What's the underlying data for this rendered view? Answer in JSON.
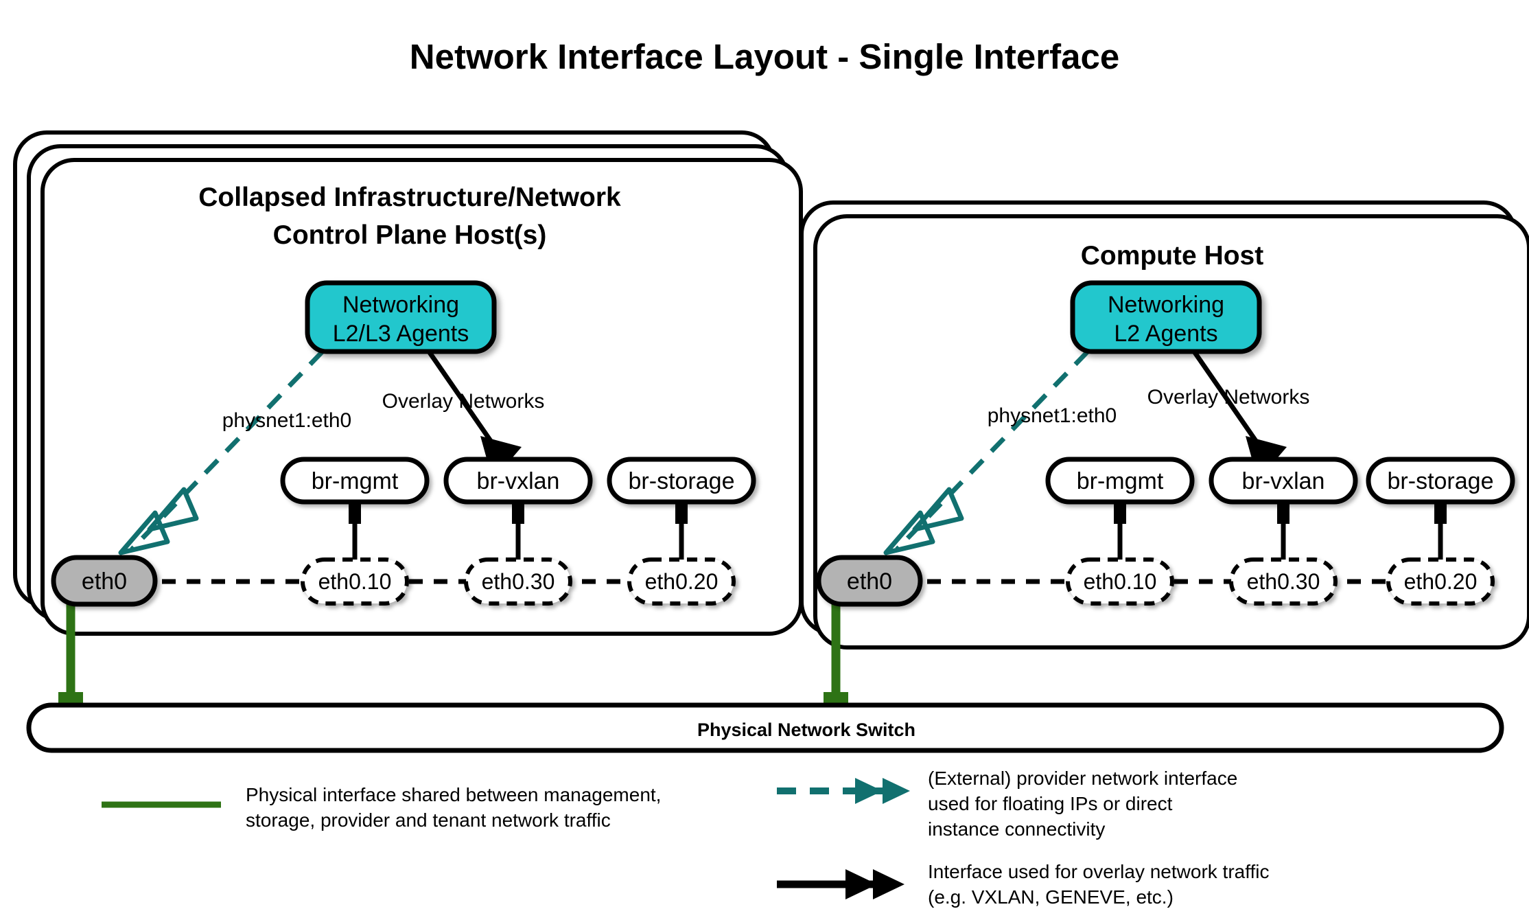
{
  "title": "Network Interface Layout - Single Interface",
  "hosts": [
    {
      "id": "control-plane",
      "title_line1": "Collapsed Infrastructure/Network",
      "title_line2": "Control Plane Host(s)",
      "stack_count": 3,
      "agent": {
        "line1": "Networking",
        "line2": "L2/L3 Agents",
        "fill": "#22c7cd"
      },
      "provider_label": "physnet1:eth0",
      "overlay_label": "Overlay Networks",
      "physical_interface": "eth0",
      "bridges": [
        {
          "name": "br-mgmt",
          "vlan": "eth0.10"
        },
        {
          "name": "br-vxlan",
          "vlan": "eth0.30"
        },
        {
          "name": "br-storage",
          "vlan": "eth0.20"
        }
      ]
    },
    {
      "id": "compute",
      "title_line1": "Compute Host",
      "title_line2": "",
      "stack_count": 2,
      "agent": {
        "line1": "Networking",
        "line2": "L2 Agents",
        "fill": "#22c7cd"
      },
      "provider_label": "physnet1:eth0",
      "overlay_label": "Overlay Networks",
      "physical_interface": "eth0",
      "bridges": [
        {
          "name": "br-mgmt",
          "vlan": "eth0.10"
        },
        {
          "name": "br-vxlan",
          "vlan": "eth0.30"
        },
        {
          "name": "br-storage",
          "vlan": "eth0.20"
        }
      ]
    }
  ],
  "switch": {
    "label": "Physical Network Switch"
  },
  "legend": [
    {
      "id": "physical",
      "style": "solid-green",
      "color": "#2e7315",
      "lines": [
        "Physical interface shared between management,",
        "storage, provider and tenant network traffic"
      ]
    },
    {
      "id": "provider",
      "style": "dashed-teal-arrow",
      "color": "#11706f",
      "lines": [
        "(External) provider network interface",
        "used for floating IPs or direct",
        "instance connectivity"
      ]
    },
    {
      "id": "overlay",
      "style": "solid-black-arrow",
      "color": "#000000",
      "lines": [
        "Interface used for overlay network traffic",
        "(e.g. VXLAN, GENEVE, etc.)"
      ]
    }
  ],
  "colors": {
    "agent_fill": "#22c7cd",
    "eth0_fill": "#b3b3b3",
    "provider_teal": "#11706f",
    "physical_green": "#2e7315",
    "outline": "#000000",
    "background": "#ffffff"
  }
}
